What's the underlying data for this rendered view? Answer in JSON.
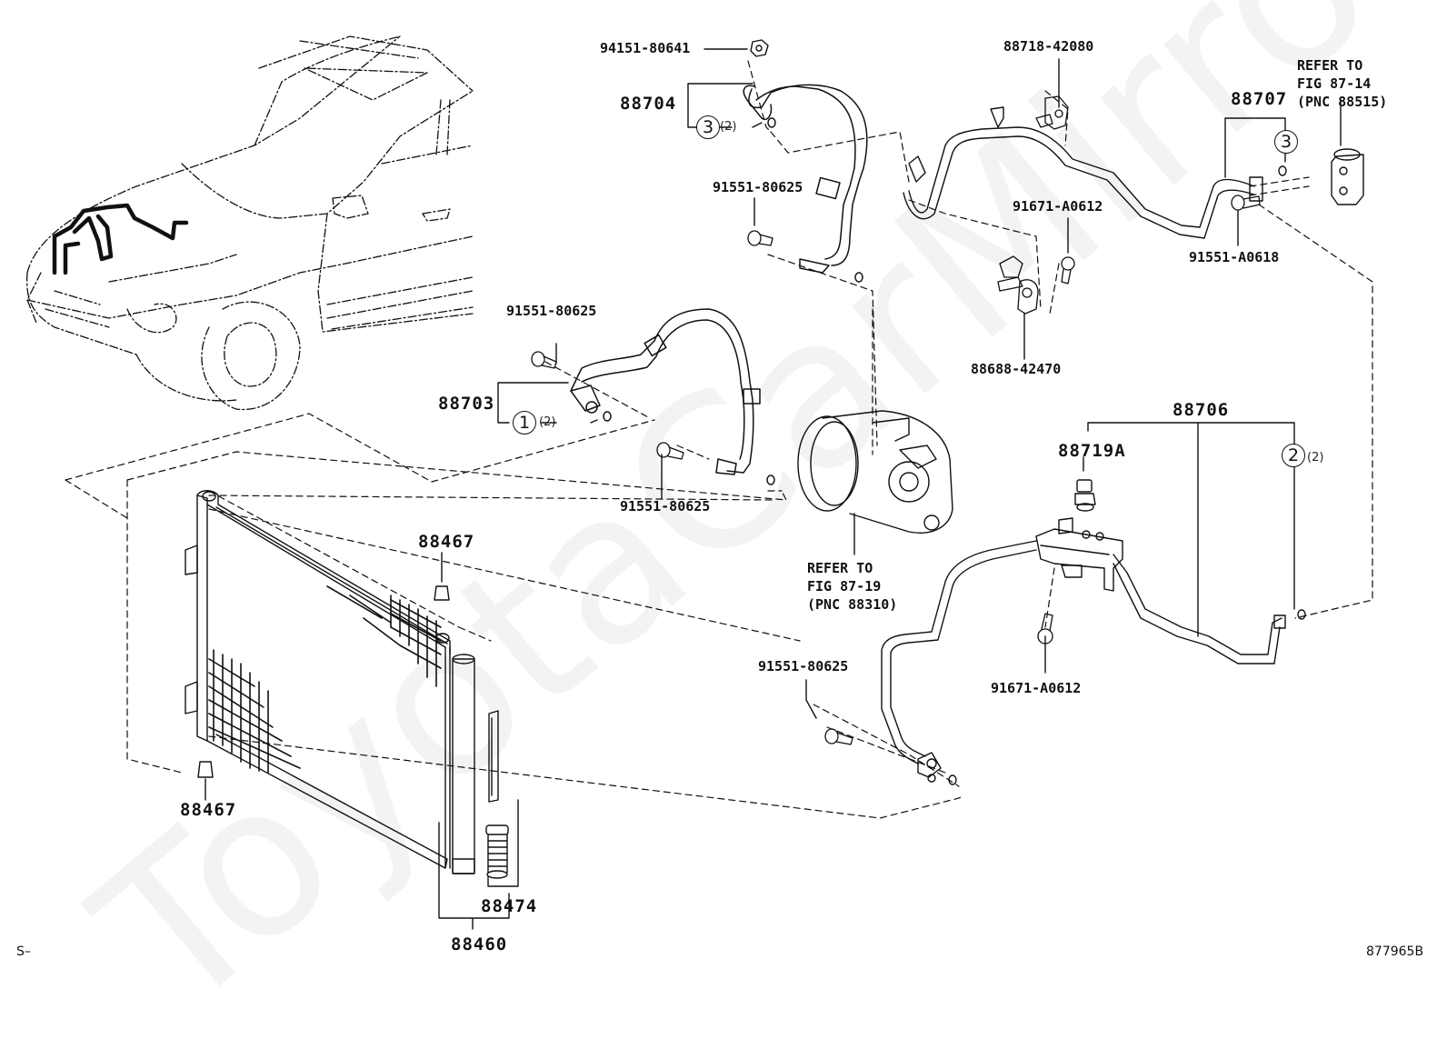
{
  "diagram": {
    "title": "Air conditioner refrigerant piping diagram",
    "watermark": "ToyotaCarMirror",
    "corner_left": "S–",
    "figure_id": "877965B",
    "labels": {
      "p94151": "94151-80641",
      "p88704": "88704",
      "p88718": "88718-42080",
      "p88707": "88707",
      "ref_8714": "REFER TO\nFIG 87-14\n(PNC 88515)",
      "p91551_a": "91551-80625",
      "p91671_top": "91671-A0612",
      "p91551_a0618": "91551-A0618",
      "p88688": "88688-42470",
      "p91551_b": "91551-80625",
      "p88703": "88703",
      "p91551_c": "91551-80625",
      "ref_8719": "REFER TO\nFIG 87-19\n(PNC 88310)",
      "p88706": "88706",
      "p88719a": "88719A",
      "p91671_bot": "91671-A0612",
      "p91551_d": "91551-80625",
      "p88467_top": "88467",
      "p88467_bot": "88467",
      "p88474": "88474",
      "p88460": "88460"
    },
    "callouts": [
      {
        "id": "1",
        "qty": "(2)",
        "parent": "88703"
      },
      {
        "id": "3",
        "qty": "(2)",
        "parent": "88704"
      },
      {
        "id": "3",
        "qty": "",
        "parent": "88707"
      },
      {
        "id": "2",
        "qty": "(2)",
        "parent": "88706"
      }
    ]
  }
}
